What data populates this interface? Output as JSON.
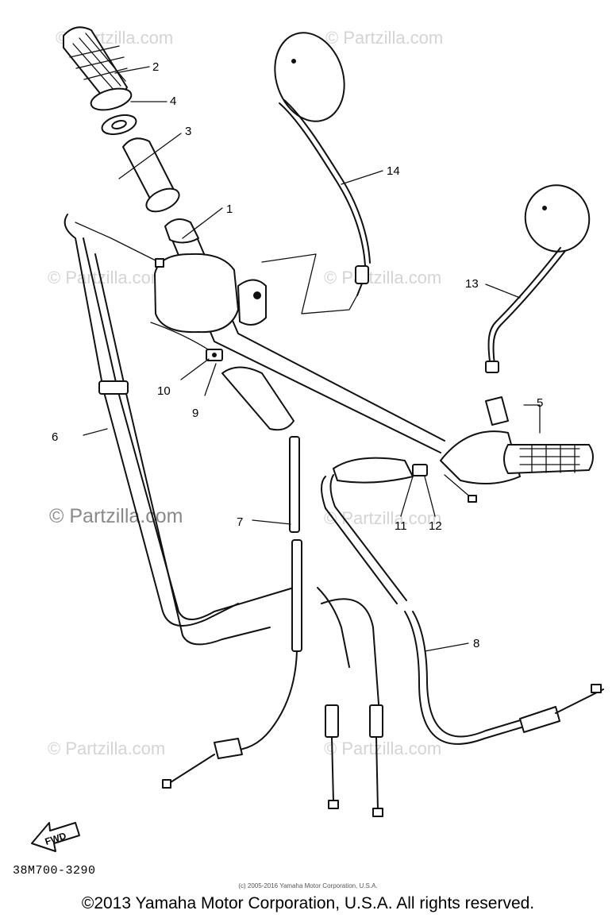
{
  "watermark": "© Partzilla.com",
  "callouts": [
    "1",
    "2",
    "3",
    "4",
    "5",
    "6",
    "7",
    "8",
    "9",
    "10",
    "11",
    "12",
    "13",
    "14"
  ],
  "fwd_label": "FWD",
  "diagram_code": "38M700-3290",
  "small_copyright": "(c) 2005-2016 Yamaha Motor Corporation, U.S.A.",
  "footer_copyright": "©2013 Yamaha Motor Corporation, U.S.A. All rights reserved."
}
